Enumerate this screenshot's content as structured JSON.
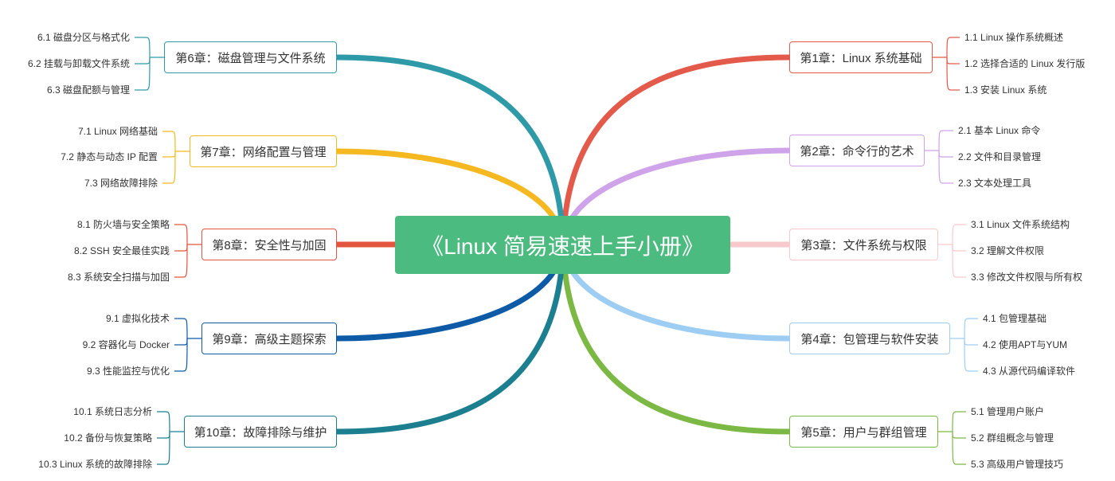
{
  "center_title": "《Linux 简易速速上手小册》",
  "chapters": [
    {
      "title": "第1章：Linux 系统基础",
      "color": "#e35a4a",
      "subs": [
        "1.1 Linux 操作系统概述",
        "1.2 选择合适的 Linux 发行版",
        "1.3 安装 Linux 系统"
      ]
    },
    {
      "title": "第2章：命令行的艺术",
      "color": "#cfa3ea",
      "subs": [
        "2.1 基本 Linux 命令",
        "2.2 文件和目录管理",
        "2.3 文本处理工具"
      ]
    },
    {
      "title": "第3章：文件系统与权限",
      "color": "#f8c9cc",
      "subs": [
        "3.1 Linux 文件系统结构",
        "3.2 理解文件权限",
        "3.3 修改文件权限与所有权"
      ]
    },
    {
      "title": "第4章：包管理与软件安装",
      "color": "#9dcdf3",
      "subs": [
        "4.1 包管理基础",
        "4.2 使用APT与YUM",
        "4.3 从源代码编译软件"
      ]
    },
    {
      "title": "第5章：用户与群组管理",
      "color": "#7cb944",
      "subs": [
        "5.1 管理用户账户",
        "5.2 群组概念与管理",
        "5.3 高级用户管理技巧"
      ]
    },
    {
      "title": "第6章：磁盘管理与文件系统",
      "color": "#2e9aa7",
      "subs": [
        "6.1 磁盘分区与格式化",
        "6.2 挂载与卸载文件系统",
        "6.3 磁盘配额与管理"
      ]
    },
    {
      "title": "第7章：网络配置与管理",
      "color": "#f6b820",
      "subs": [
        "7.1 Linux 网络基础",
        "7.2 静态与动态 IP 配置",
        "7.3 网络故障排除"
      ]
    },
    {
      "title": "第8章：安全性与加固",
      "color": "#e2553e",
      "subs": [
        "8.1 防火墙与安全策略",
        "8.2 SSH 安全最佳实践",
        "8.3 系统安全扫描与加固"
      ]
    },
    {
      "title": "第9章：高级主题探索",
      "color": "#0d5aa6",
      "subs": [
        "9.1 虚拟化技术",
        "9.2 容器化与 Docker",
        "9.3 性能监控与优化"
      ]
    },
    {
      "title": "第10章：故障排除与维护",
      "color": "#1c7f90",
      "subs": [
        "10.1 系统日志分析",
        "10.2 备份与恢复策略",
        "10.3 Linux 系统的故障排除"
      ]
    }
  ]
}
